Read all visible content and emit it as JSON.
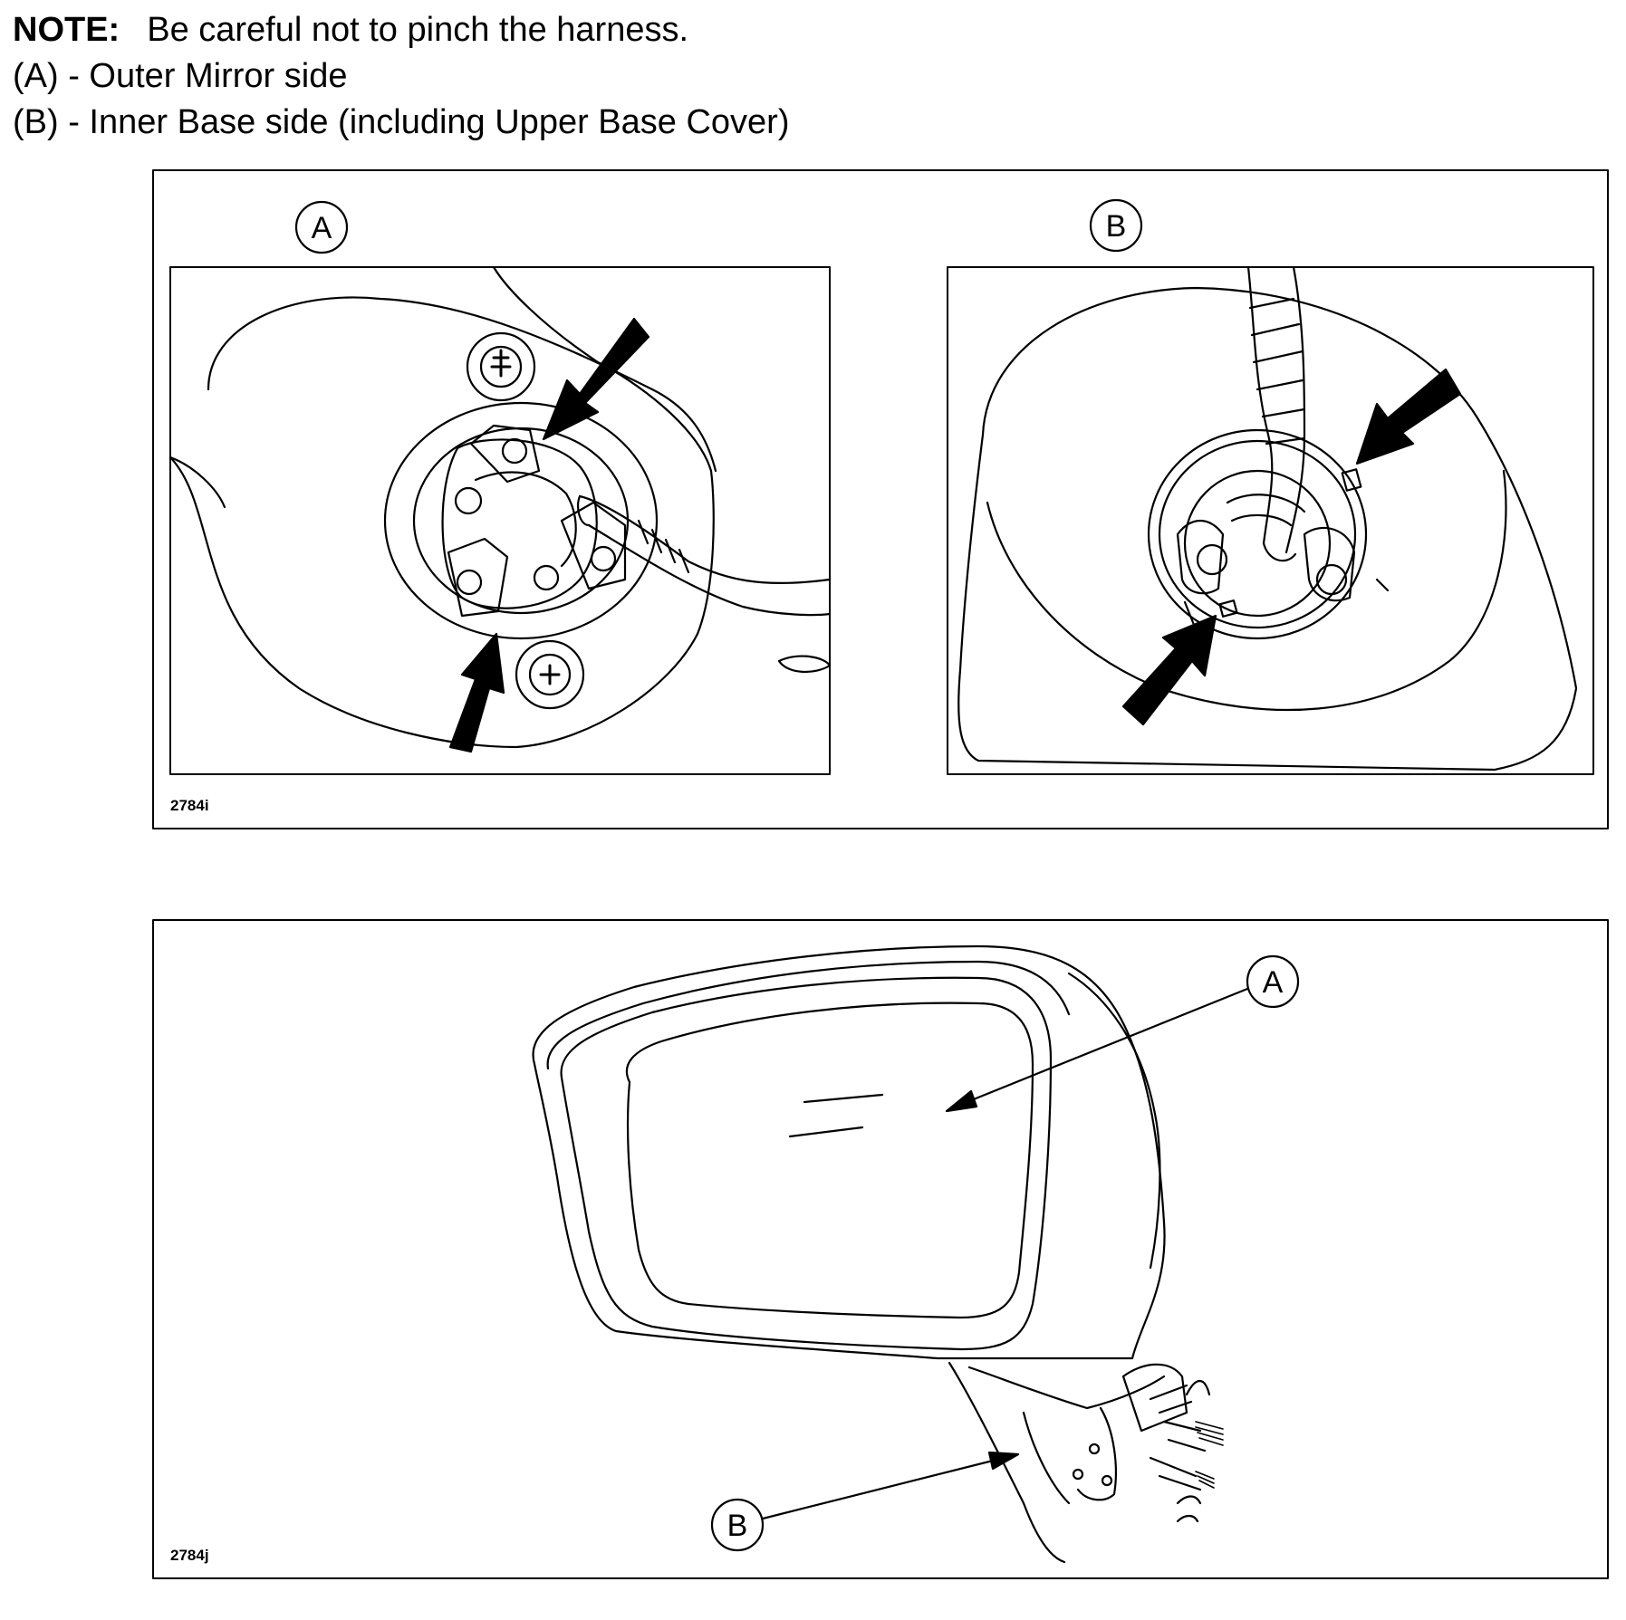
{
  "notes": {
    "note_label": "NOTE:",
    "note_text": "Be careful not to pinch the harness.",
    "line_a": "(A) - Outer Mirror side",
    "line_b": "(B) - Inner Base side (including Upper Base Cover)"
  },
  "figure_top": {
    "callout_a": "A",
    "callout_b": "B",
    "figure_code": "2784i"
  },
  "figure_bottom": {
    "callout_a": "A",
    "callout_b": "B",
    "figure_code": "2784j"
  },
  "icons": [
    "screw-icon",
    "arrow-icon"
  ]
}
